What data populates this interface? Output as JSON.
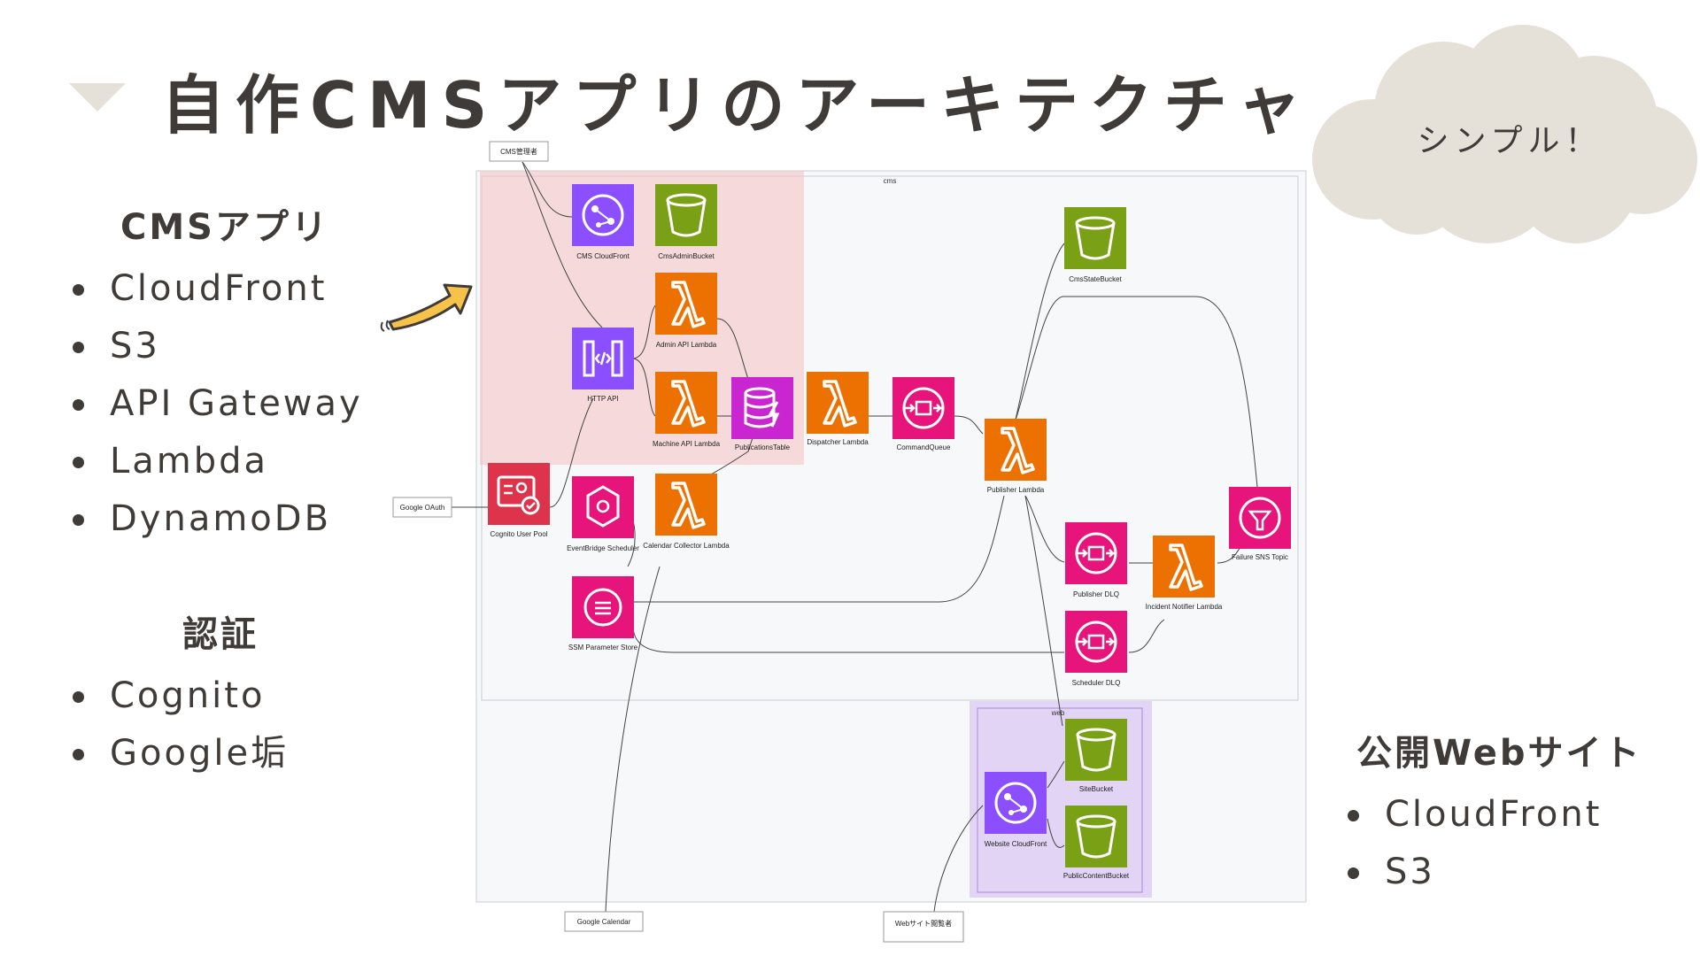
{
  "title": "自作CMSアプリのアーキテクチャ",
  "callout": "シンプル！",
  "left_sections": [
    {
      "heading": "CMSアプリ",
      "items": [
        "CloudFront",
        "S3",
        "API Gateway",
        "Lambda",
        "DynamoDB"
      ]
    },
    {
      "heading": "認証",
      "items": [
        "Cognito",
        "Google垢"
      ]
    }
  ],
  "right_section": {
    "heading": "公開Webサイト",
    "items": [
      "CloudFront",
      "S3"
    ]
  },
  "diagram": {
    "group_cms": "cms",
    "group_web": "web",
    "external": {
      "cms_admin": "CMS管理者",
      "google_oauth": "Google OAuth",
      "google_calendar": "Google Calendar",
      "web_visitor": "Webサイト閲覧者"
    },
    "nodes": {
      "cms_cloudfront": "CMS CloudFront",
      "cms_admin_bucket": "CmsAdminBucket",
      "admin_api_lambda": "Admin API Lambda",
      "http_api": "HTTP API",
      "machine_api_lambda": "Machine API Lambda",
      "publications_table": "PublicationsTable",
      "dispatcher_lambda": "Dispatcher Lambda",
      "command_queue": "CommandQueue",
      "publisher_lambda": "Publisher Lambda",
      "cms_state_bucket": "CmsStateBucket",
      "cognito_user_pool": "Cognito User Pool",
      "eventbridge_scheduler": "EventBridge Scheduler",
      "calendar_collector_lambda": "Calendar Collector Lambda",
      "ssm_parameter_store": "SSM Parameter Store",
      "publisher_dlq": "Publisher DLQ",
      "incident_notifier_lambda": "Incident Notifier Lambda",
      "failure_sns_topic": "Failure SNS Topic",
      "scheduler_dlq": "Scheduler DLQ",
      "site_bucket": "SiteBucket",
      "public_content_bucket": "PublicContentBucket",
      "website_cloudfront": "Website CloudFront"
    }
  },
  "colors": {
    "text": "#3f3b38",
    "cloud": "#e5e1d8",
    "cms_highlight": "#f4c4c7",
    "web_highlight": "#d9c8f2",
    "aws_purple": "#8c4fff",
    "aws_green": "#7aa116",
    "aws_orange": "#ed7100",
    "aws_magenta": "#e7157b",
    "aws_red": "#dd344c",
    "arrow_yellow": "#f6c24a"
  }
}
